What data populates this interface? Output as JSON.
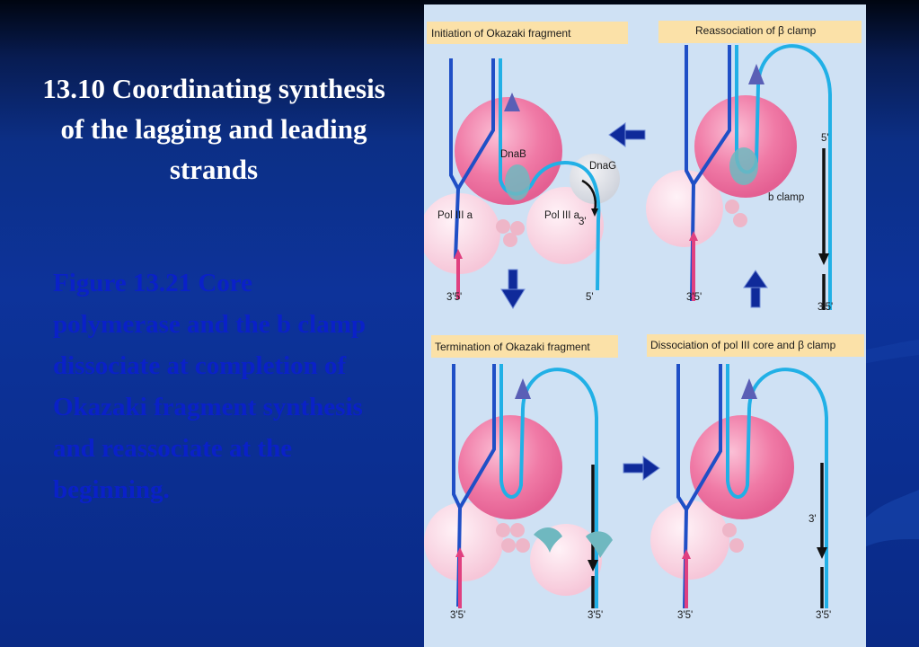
{
  "slide": {
    "title": "13.10 Coordinating synthesis of the lagging and leading strands",
    "caption": "Figure 13.21 Core polymerase and the b clamp dissociate at completion of Okazaki fragment synthesis and reassociate at the beginning."
  },
  "colors": {
    "background": "#0d339a",
    "title": "#ffffff",
    "caption": "#0a21c8",
    "panel": "#cfe1f4",
    "leading_strand": "#1f4fc6",
    "lagging_strand": "#21b0e6",
    "new_strand": "#000000",
    "pink_sphere": "#f07aa6",
    "clamp": "#6fb8c0",
    "arrow": "#0f2a9a"
  },
  "figure": {
    "panels": [
      {
        "title": "Initiation of Okazaki fragment",
        "labels": {
          "dnab": "DnaB",
          "dnag": "DnaG",
          "pol_left": "Pol III a",
          "pol_right": "Pol III a",
          "three_prime_primer": "3'",
          "bottom_left": "3'5'",
          "bottom_right": "5'"
        }
      },
      {
        "title": "Reassociation of β clamp",
        "labels": {
          "five_prime": "5'",
          "b_clamp": "b clamp",
          "bottom_left": "3'5'",
          "bottom_right": "3'5'"
        }
      },
      {
        "title": "Termination of Okazaki fragment",
        "labels": {
          "bottom_left": "3'5'",
          "bottom_right": "3'5'"
        }
      },
      {
        "title": "Dissociation of pol III core and β clamp",
        "labels": {
          "three_prime": "3'",
          "bottom_left": "3'5'",
          "bottom_right": "3'5'"
        }
      }
    ],
    "flow_arrows": [
      "arrow-left",
      "arrow-down",
      "arrow-right",
      "arrow-up"
    ]
  }
}
